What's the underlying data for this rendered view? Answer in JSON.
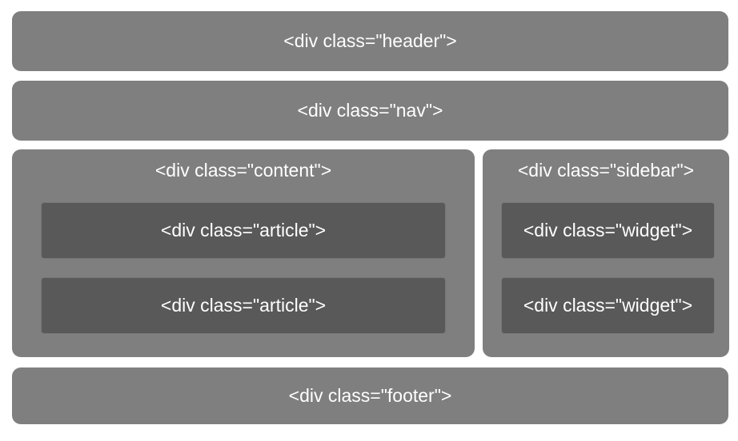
{
  "diagram": {
    "header": {
      "label": "<div class=\"header\">"
    },
    "nav": {
      "label": "<div class=\"nav\">"
    },
    "content": {
      "label": "<div class=\"content\">",
      "articles": [
        "<div class=\"article\">",
        "<div class=\"article\">"
      ]
    },
    "sidebar": {
      "label": "<div class=\"sidebar\">",
      "widgets": [
        "<div class=\"widget\">",
        "<div class=\"widget\">"
      ]
    },
    "footer": {
      "label": "<div class=\"footer\">"
    },
    "colors": {
      "outer_box": "#7f7f7f",
      "inner_box": "#595959",
      "label_text": "#ffffff",
      "page_background": "#ffffff"
    }
  }
}
